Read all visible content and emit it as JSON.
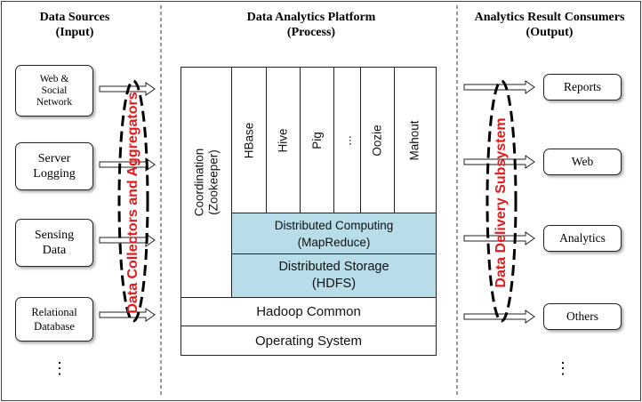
{
  "headings": {
    "input": {
      "title": "Data Sources",
      "subtitle": "(Input)"
    },
    "process": {
      "title": "Data Analytics Platform",
      "subtitle": "(Process)"
    },
    "output": {
      "title": "Analytics Result Consumers",
      "subtitle": "(Output)"
    }
  },
  "sources": [
    "Web &\nSocial\nNetwork",
    "Server\nLogging",
    "Sensing\nData",
    "Relational\nDatabase"
  ],
  "sources_more": "⋮",
  "collectors_label": "Data Collectors and Aggregators",
  "platform": {
    "coordination": "Coordination\n(Zookeeper)",
    "tools": [
      "HBase",
      "Hive",
      "Pig",
      "...",
      "Oozie",
      "Mahout"
    ],
    "distributed_computing": "Distributed Computing\n(MapReduce)",
    "distributed_storage": "Distributed Storage\n(HDFS)",
    "hadoop_common": "Hadoop Common",
    "operating_system": "Operating System"
  },
  "delivery_label": "Data Delivery Subsystem",
  "consumers": [
    "Reports",
    "Web",
    "Analytics",
    "Others"
  ],
  "consumers_more": "⋮",
  "colors": {
    "border": "#222222",
    "accent_fill": "#b7dde8",
    "label_red": "#e31a1c",
    "dashed": "#000000"
  }
}
